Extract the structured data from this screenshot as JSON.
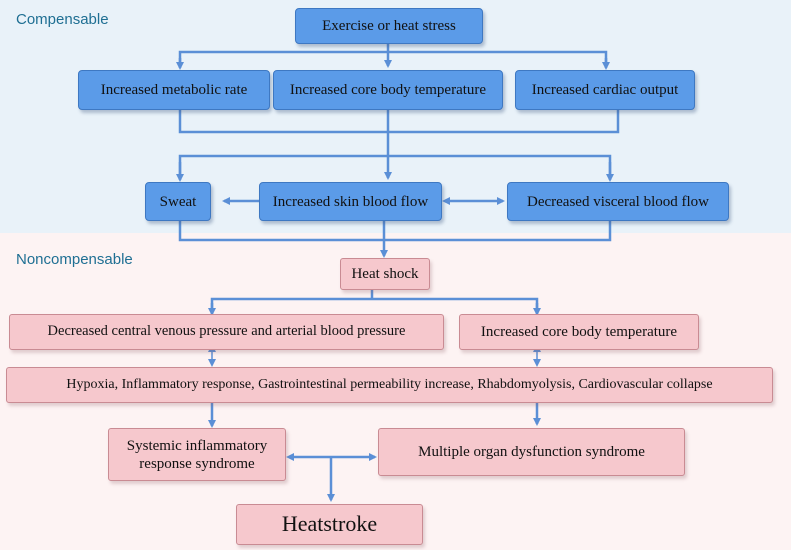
{
  "sections": {
    "compensable_label": "Compensable",
    "noncompensable_label": "Noncompensable"
  },
  "nodes": {
    "exercise": "Exercise or heat stress",
    "metabolic": "Increased metabolic rate",
    "core_temp_1": "Increased core body temperature",
    "cardiac": "Increased cardiac output",
    "sweat": "Sweat",
    "skin_flow": "Increased skin blood flow",
    "visceral_flow": "Decreased visceral blood flow",
    "heat_shock": "Heat shock",
    "venous_pressure": "Decreased central venous pressure and arterial blood pressure",
    "core_temp_2": "Increased core body temperature",
    "hypoxia": "Hypoxia, Inflammatory response, Gastrointestinal permeability increase, Rhabdomyolysis, Cardiovascular collapse",
    "sirs": "Systemic inflammatory response syndrome",
    "mods": "Multiple organ dysfunction syndrome",
    "heatstroke": "Heatstroke"
  },
  "colors": {
    "compensable_fill": "#5b9be8",
    "noncompensable_fill": "#f6c8cd",
    "arrow": "#5b8fd6"
  }
}
